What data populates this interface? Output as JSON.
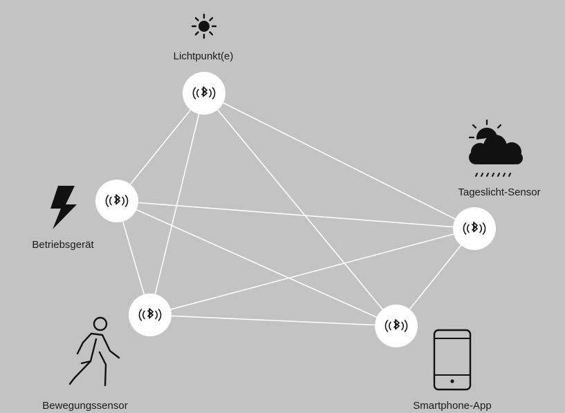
{
  "diagram": {
    "background": "#c3c3c3",
    "link_color": "#ffffff",
    "node_fill": "#ffffff",
    "icon_color": "#111111",
    "nodes": [
      {
        "id": "lichtpunkt",
        "label": "Lichtpunkt(e)",
        "glyph": "bluetooth-icon"
      },
      {
        "id": "betriebsgeraet",
        "label": "Betriebsgerät",
        "glyph": "bluetooth-icon"
      },
      {
        "id": "tageslicht",
        "label": "Tageslicht-Sensor",
        "glyph": "bluetooth-icon"
      },
      {
        "id": "bewegung",
        "label": "Bewegungssensor",
        "glyph": "bluetooth-icon"
      },
      {
        "id": "smartphone",
        "label": "Smartphone-App",
        "glyph": "bluetooth-icon"
      }
    ],
    "device_icons": [
      {
        "for": "lichtpunkt",
        "icon": "sun-icon"
      },
      {
        "for": "betriebsgeraet",
        "icon": "lightning-bolt-icon"
      },
      {
        "for": "tageslicht",
        "icon": "sun-cloud-rain-icon"
      },
      {
        "for": "bewegung",
        "icon": "walking-person-icon"
      },
      {
        "for": "smartphone",
        "icon": "smartphone-icon"
      }
    ],
    "links": [
      [
        "lichtpunkt",
        "betriebsgeraet"
      ],
      [
        "lichtpunkt",
        "bewegung"
      ],
      [
        "lichtpunkt",
        "tageslicht"
      ],
      [
        "lichtpunkt",
        "smartphone"
      ],
      [
        "betriebsgeraet",
        "tageslicht"
      ],
      [
        "betriebsgeraet",
        "bewegung"
      ],
      [
        "betriebsgeraet",
        "smartphone"
      ],
      [
        "bewegung",
        "tageslicht"
      ],
      [
        "bewegung",
        "smartphone"
      ],
      [
        "tageslicht",
        "smartphone"
      ]
    ]
  }
}
